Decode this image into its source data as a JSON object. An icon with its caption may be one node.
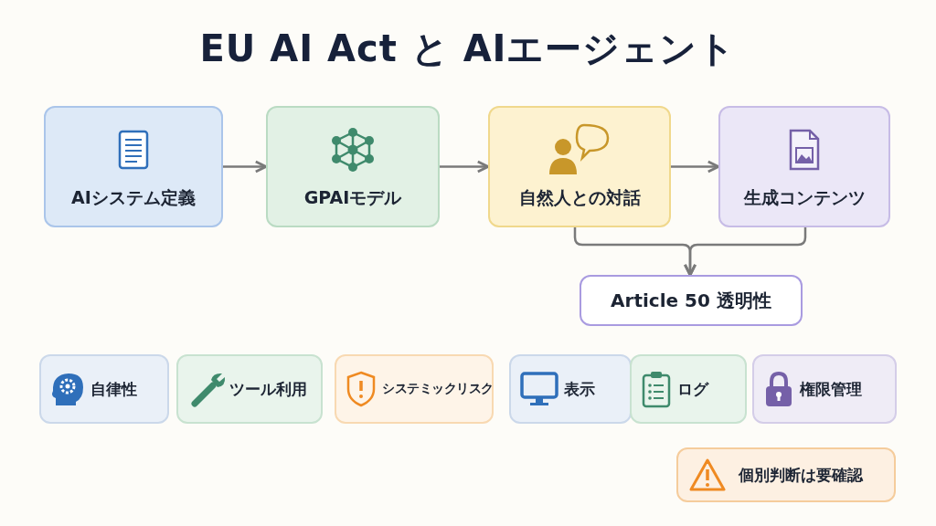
{
  "diagram": {
    "title": "EU AI Act と AIエージェント",
    "nodes": [
      {
        "text": [
          "AIシステム定義"
        ]
      },
      {
        "text": [
          "GPAIモデル"
        ]
      },
      {
        "text": [
          "自然人との対話"
        ]
      },
      {
        "text": [
          "生成コンテンツ"
        ]
      },
      {
        "text": [
          "Article 50 透明性"
        ]
      },
      {
        "text": [
          "自律性"
        ]
      },
      {
        "text": [
          "ツール利用"
        ]
      },
      {
        "text": [
          "システミックリスク"
        ]
      },
      {
        "text": [
          "表示"
        ]
      },
      {
        "text": [
          "ログ"
        ]
      },
      {
        "text": [
          "権限管理"
        ]
      },
      {
        "text": [
          "個別判断は要確認"
        ]
      }
    ],
    "edges": [
      {
        "from": 0,
        "to": 1,
        "arrow": "to"
      },
      {
        "from": 1,
        "to": 2,
        "arrow": "to"
      },
      {
        "from": 2,
        "to": 3,
        "arrow": "to"
      },
      {
        "from": 2,
        "to": 4,
        "arrow": "to"
      },
      {
        "from": 3,
        "to": 4,
        "arrow": "to"
      }
    ]
  }
}
